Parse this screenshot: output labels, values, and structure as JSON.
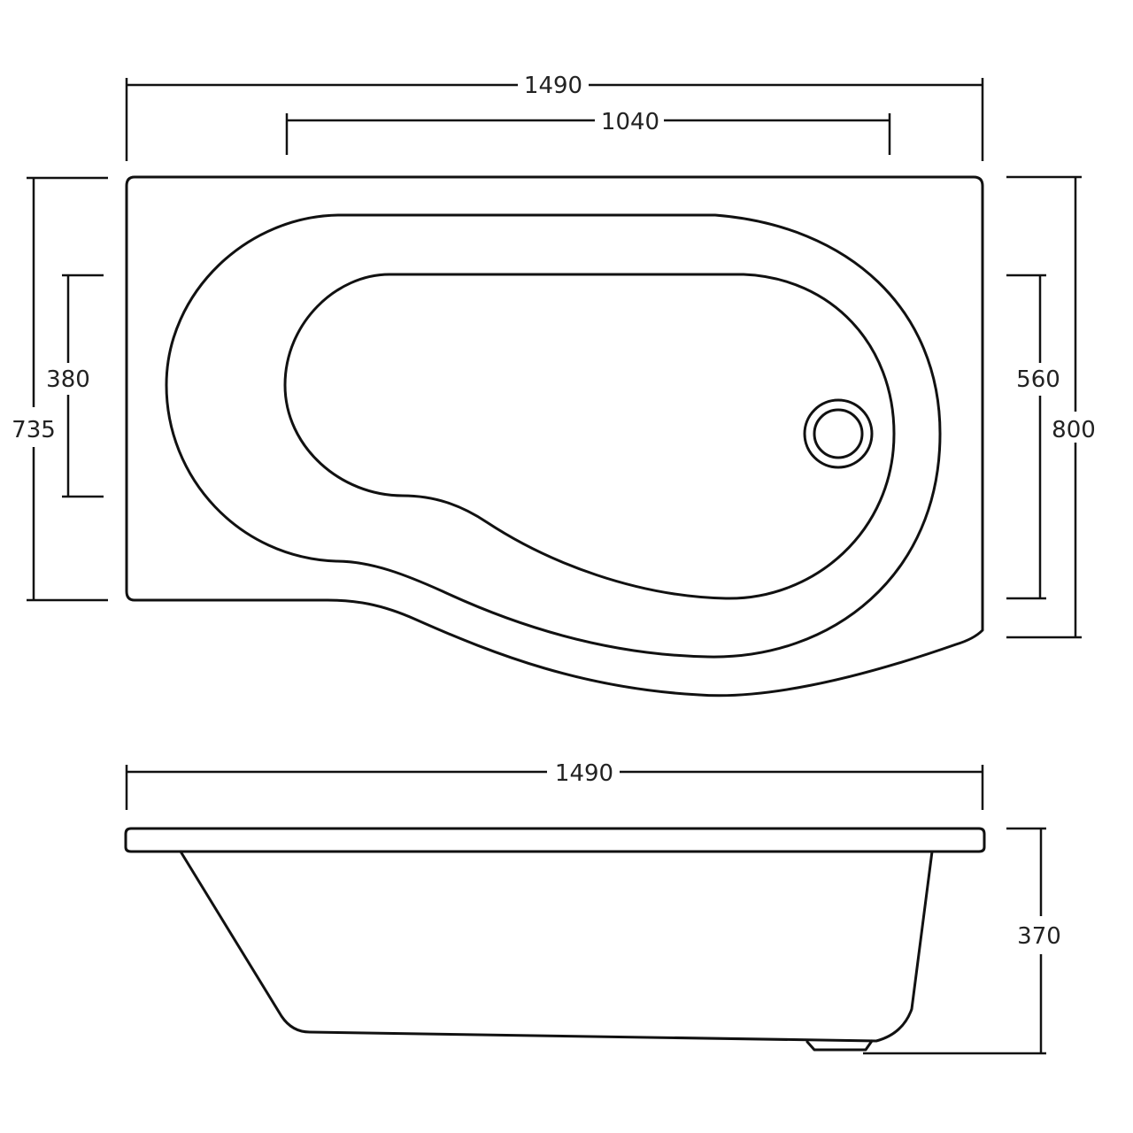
{
  "diagram": {
    "type": "technical-drawing",
    "subject": "P-shaped shower bath",
    "units": "mm",
    "line_color": "#111111",
    "background": "#ffffff",
    "plan_view": {
      "overall_length": "1490",
      "straight_rim_length": "1040",
      "narrow_end_width": "735",
      "narrow_end_bowl_width": "380",
      "wide_end_bowl_width": "560",
      "wide_end_width": "800",
      "features": [
        "outer-rim",
        "inner-rim",
        "bowl",
        "waste-outlet"
      ]
    },
    "side_view": {
      "overall_length": "1490",
      "overall_height": "370",
      "features": [
        "rim",
        "sloped-back",
        "base",
        "waste-foot"
      ]
    }
  }
}
